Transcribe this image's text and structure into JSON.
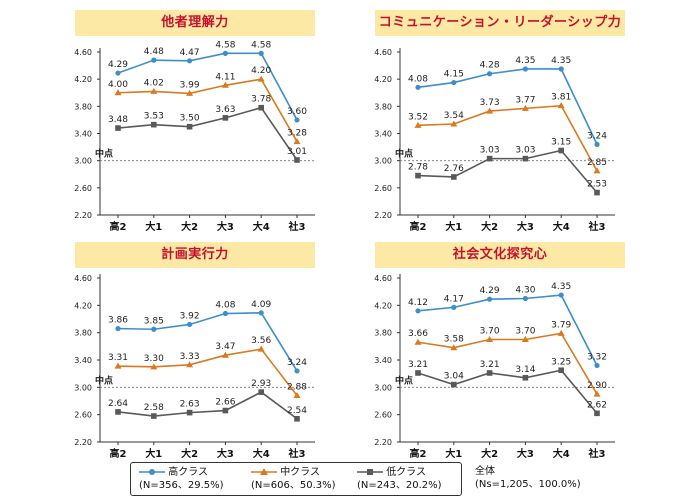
{
  "colors": {
    "high": "#3d8ec9",
    "mid": "#d97a1f",
    "low": "#595959",
    "title_bg": "#fbe9a5",
    "title_text": "#c8102e"
  },
  "midpoint_label": "中点",
  "legend": [
    {
      "name": "高クラス",
      "detail": "(N=356、29.5%)",
      "marker": "circle",
      "color": "#3d8ec9"
    },
    {
      "name": "中クラス",
      "detail": "(N=606、50.3%)",
      "marker": "triangle",
      "color": "#d97a1f"
    },
    {
      "name": "低クラス",
      "detail": "(N=243、20.2%)",
      "marker": "square",
      "color": "#595959"
    }
  ],
  "total": {
    "label": "全体",
    "detail": "(Ns=1,205、100.0%)"
  },
  "chart_data": [
    {
      "type": "line",
      "title": "他者理解力",
      "categories": [
        "高2",
        "大1",
        "大2",
        "大3",
        "大4",
        "社3"
      ],
      "ylim": [
        2.2,
        4.6
      ],
      "yticks": [
        "2.20",
        "2.60",
        "3.00",
        "3.40",
        "3.80",
        "4.20",
        "4.60"
      ],
      "midpoint": 3.0,
      "series": [
        {
          "name": "高クラス",
          "values": [
            4.29,
            4.48,
            4.47,
            4.58,
            4.58,
            3.6
          ]
        },
        {
          "name": "中クラス",
          "values": [
            4.0,
            4.02,
            3.99,
            4.11,
            4.2,
            3.28
          ]
        },
        {
          "name": "低クラス",
          "values": [
            3.48,
            3.53,
            3.5,
            3.63,
            3.78,
            3.01
          ]
        }
      ]
    },
    {
      "type": "line",
      "title": "コミュニケーション・リーダーシップ力",
      "categories": [
        "高2",
        "大1",
        "大2",
        "大3",
        "大4",
        "社3"
      ],
      "ylim": [
        2.2,
        4.6
      ],
      "yticks": [
        "2.20",
        "2.60",
        "3.00",
        "3.40",
        "3.80",
        "4.20",
        "4.60"
      ],
      "midpoint": 3.0,
      "series": [
        {
          "name": "高クラス",
          "values": [
            4.08,
            4.15,
            4.28,
            4.35,
            4.35,
            3.24
          ]
        },
        {
          "name": "中クラス",
          "values": [
            3.52,
            3.54,
            3.73,
            3.77,
            3.81,
            2.85
          ]
        },
        {
          "name": "低クラス",
          "values": [
            2.78,
            2.76,
            3.03,
            3.03,
            3.15,
            2.53
          ]
        }
      ]
    },
    {
      "type": "line",
      "title": "計画実行力",
      "categories": [
        "高2",
        "大1",
        "大2",
        "大3",
        "大4",
        "社3"
      ],
      "ylim": [
        2.2,
        4.6
      ],
      "yticks": [
        "2.20",
        "2.60",
        "3.00",
        "3.40",
        "3.80",
        "4.20",
        "4.60"
      ],
      "midpoint": 3.0,
      "series": [
        {
          "name": "高クラス",
          "values": [
            3.86,
            3.85,
            3.92,
            4.08,
            4.09,
            3.24
          ]
        },
        {
          "name": "中クラス",
          "values": [
            3.31,
            3.3,
            3.33,
            3.47,
            3.56,
            2.88
          ]
        },
        {
          "name": "低クラス",
          "values": [
            2.64,
            2.58,
            2.63,
            2.66,
            2.93,
            2.54
          ]
        }
      ]
    },
    {
      "type": "line",
      "title": "社会文化探究心",
      "categories": [
        "高2",
        "大1",
        "大2",
        "大3",
        "大4",
        "社3"
      ],
      "ylim": [
        2.2,
        4.6
      ],
      "yticks": [
        "2.20",
        "2.60",
        "3.00",
        "3.40",
        "3.80",
        "4.20",
        "4.60"
      ],
      "midpoint": 3.0,
      "series": [
        {
          "name": "高クラス",
          "values": [
            4.12,
            4.17,
            4.29,
            4.3,
            4.35,
            3.32
          ]
        },
        {
          "name": "中クラス",
          "values": [
            3.66,
            3.58,
            3.7,
            3.7,
            3.79,
            2.9
          ]
        },
        {
          "name": "低クラス",
          "values": [
            3.21,
            3.04,
            3.21,
            3.14,
            3.25,
            2.62
          ]
        }
      ]
    }
  ]
}
